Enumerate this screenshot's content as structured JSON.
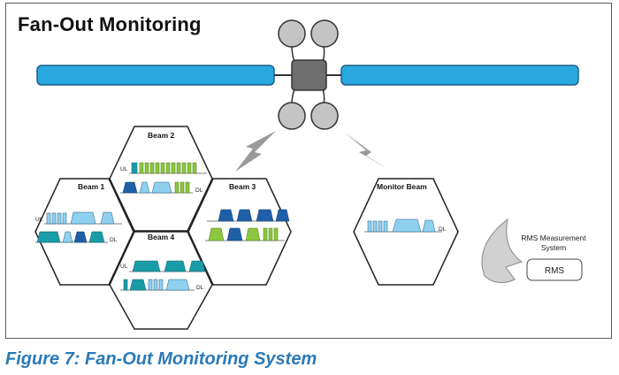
{
  "title": "Fan-Out Monitoring",
  "caption": "Figure 7: Fan-Out Monitoring System",
  "beams": {
    "beam1": "Beam 1",
    "beam2": "Beam 2",
    "beam3": "Beam 3",
    "beam4": "Beam 4",
    "monitor": "Monitor Beam"
  },
  "link_labels": {
    "ul": "UL",
    "dl": "DL"
  },
  "rms": {
    "system_label_line1": "RMS Measurement",
    "system_label_line2": "System",
    "box_label": "RMS"
  },
  "colors": {
    "solar_panel": "#29a8e0",
    "satellite_body": "#6e6e6e",
    "dish": "#c4c4c4",
    "green": "#8cc63f",
    "dark_blue": "#1f5fa8",
    "teal": "#1a9ba8",
    "light_blue": "#8fd0f0"
  }
}
